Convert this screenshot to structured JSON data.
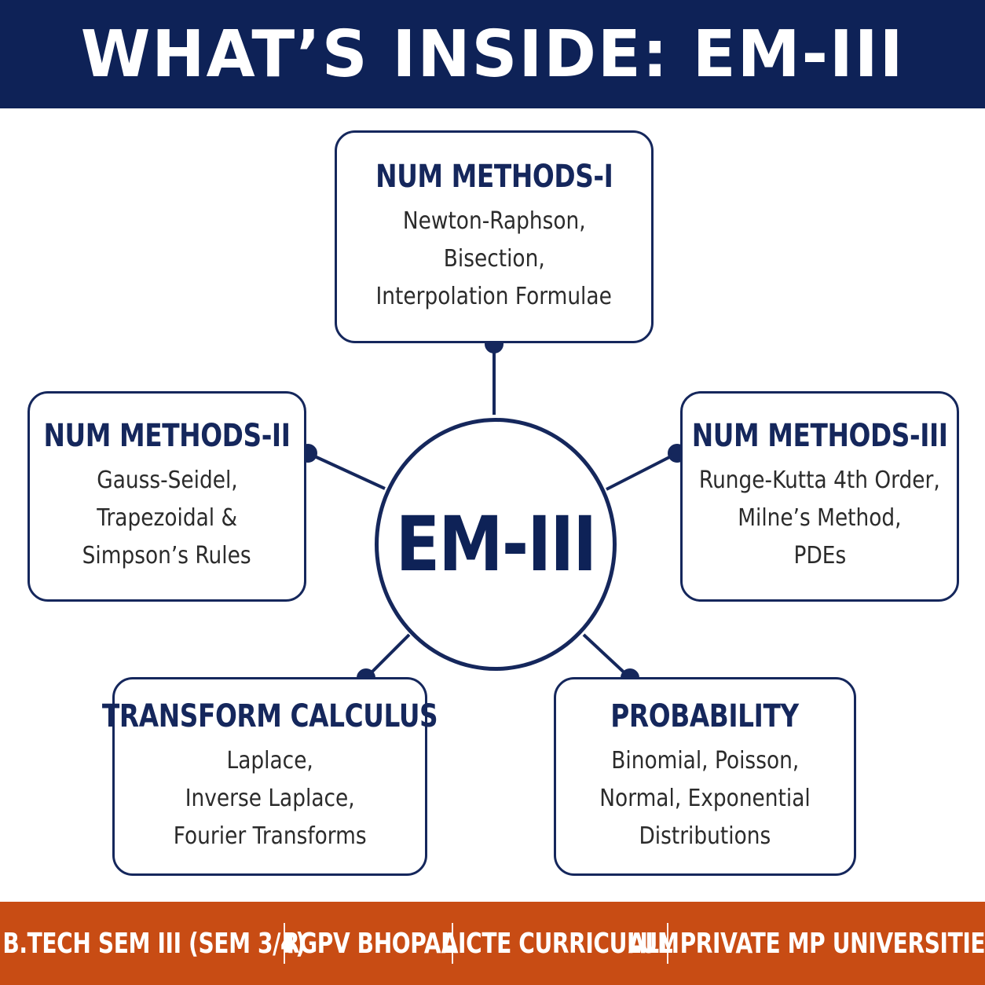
{
  "header": {
    "title": "WHAT’S INSIDE: EM-III"
  },
  "hub": {
    "label": "EM-III"
  },
  "cards": {
    "num_methods_1": {
      "title": "NUM METHODS-I",
      "lines": [
        "Newton-Raphson,",
        "Bisection,",
        "Interpolation Formulae"
      ]
    },
    "num_methods_2": {
      "title": "NUM METHODS-II",
      "lines": [
        "Gauss-Seidel,",
        "Trapezoidal &",
        "Simpson’s Rules"
      ]
    },
    "num_methods_3": {
      "title": "NUM METHODS-III",
      "lines": [
        "Runge-Kutta 4th Order,",
        "Milne’s Method,",
        "PDEs"
      ]
    },
    "transform_calculus": {
      "title": "TRANSFORM CALCULUS",
      "lines": [
        "Laplace,",
        "Inverse Laplace,",
        "Fourier Transforms"
      ]
    },
    "probability": {
      "title": "PROBABILITY",
      "lines": [
        "Binomial, Poisson,",
        "Normal, Exponential",
        "Distributions"
      ]
    }
  },
  "footer": {
    "items": [
      "B.TECH SEM III (SEM 3/4)",
      "RGPV BHOPAL",
      "AICTE CURRICULUM",
      "ALL PRIVATE MP UNIVERSITIES"
    ]
  },
  "colors": {
    "navy": "#0e2257",
    "orange": "#c84c14",
    "text": "#2b2b2b",
    "background": "#ffffff"
  }
}
